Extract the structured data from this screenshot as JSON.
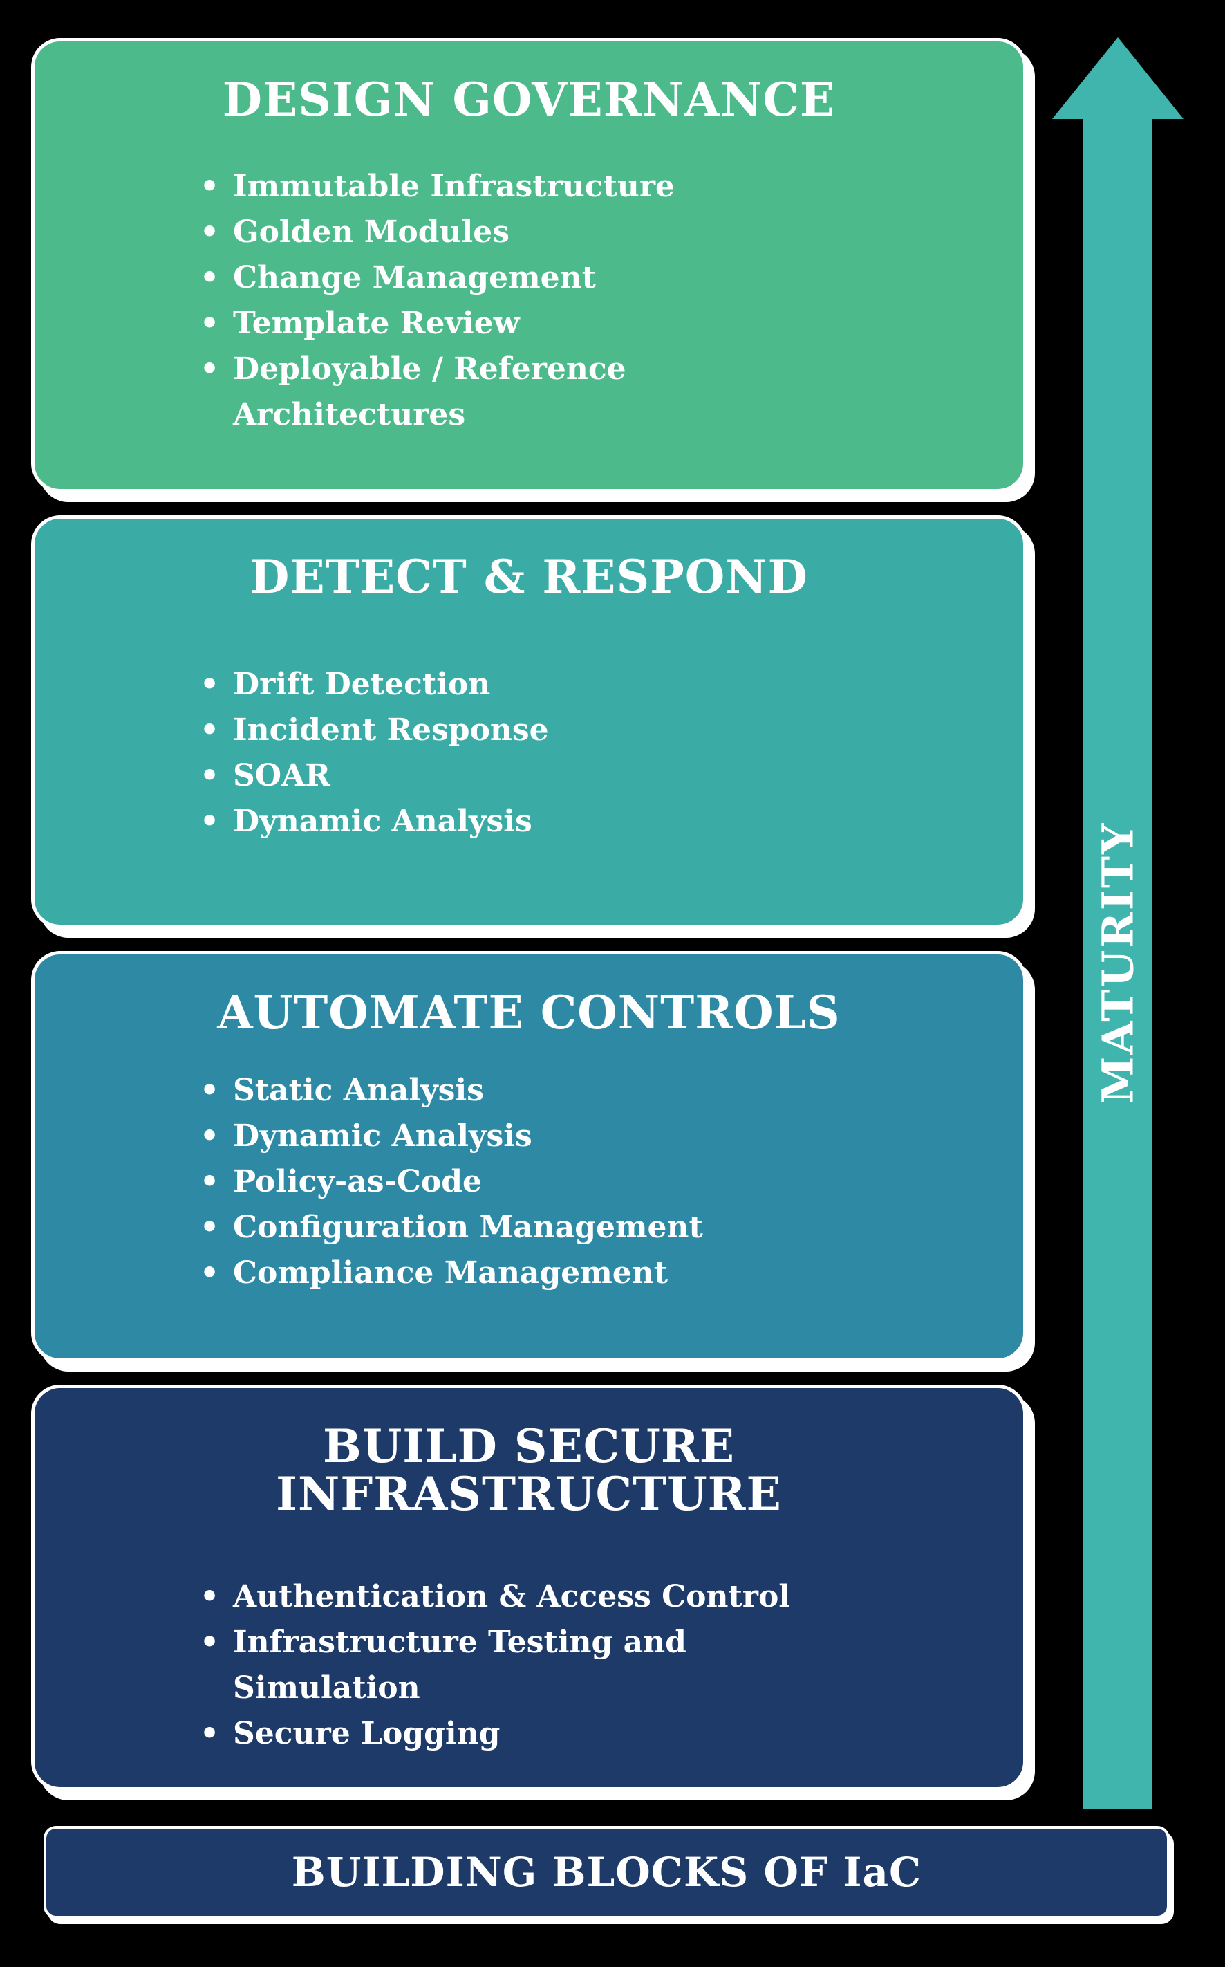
{
  "maturity_arrow": {
    "label": "MATURITY",
    "color": "#40B5AD"
  },
  "cards": [
    {
      "id": "design-governance",
      "title": "DESIGN GOVERNANCE",
      "color": "#4DBA8C",
      "items": [
        "Immutable Infrastructure",
        "Golden Modules",
        "Change Management",
        "Template Review",
        "Deployable / Reference Architectures"
      ]
    },
    {
      "id": "detect-respond",
      "title": "DETECT & RESPOND",
      "color": "#3AACA5",
      "items": [
        "Drift Detection",
        "Incident Response",
        "SOAR",
        "Dynamic Analysis"
      ]
    },
    {
      "id": "automate-controls",
      "title": "AUTOMATE CONTROLS",
      "color": "#2D89A4",
      "items": [
        "Static Analysis",
        "Dynamic Analysis",
        "Policy-as-Code",
        "Configuration Management",
        "Compliance Management"
      ]
    },
    {
      "id": "build-secure-infrastructure",
      "title": "BUILD SECURE INFRASTRUCTURE",
      "color": "#1E3A69",
      "items": [
        "Authentication & Access Control",
        "Infrastructure Testing and Simulation",
        "Secure Logging"
      ]
    }
  ],
  "footer": {
    "label": "BUILDING BLOCKS OF IaC",
    "color": "#1E3A69"
  }
}
